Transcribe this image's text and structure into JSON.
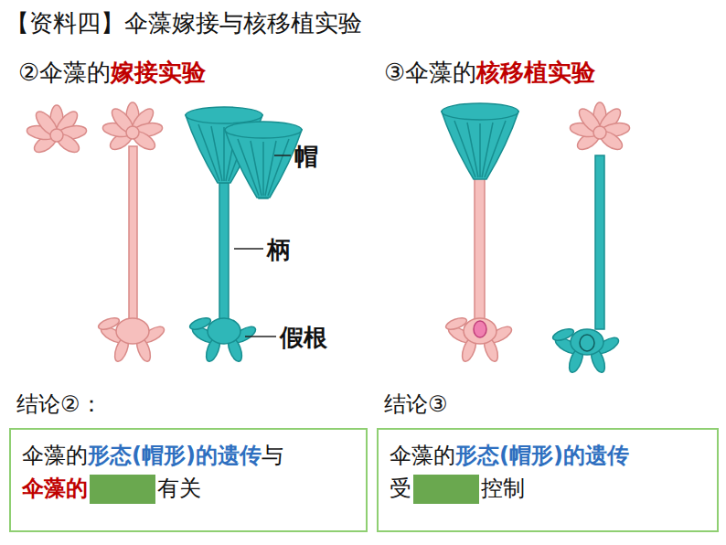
{
  "diagram": {
    "title": "【资料四】伞藻嫁接与核移植实验",
    "nodes": [
      {
        "text": [
          "伞藻的",
          "形态(帽形)的遗传",
          "与",
          "伞藻的",
          "有关"
        ]
      },
      {
        "text": [
          "伞藻的",
          "形态(帽形)的遗传",
          "受",
          "控制"
        ]
      }
    ],
    "labels": [
      "②伞藻的",
      "嫁接实验",
      "③伞藻的",
      "核移植实验",
      "帽",
      "柄",
      "假根",
      "结论②：",
      "结论③"
    ]
  }
}
